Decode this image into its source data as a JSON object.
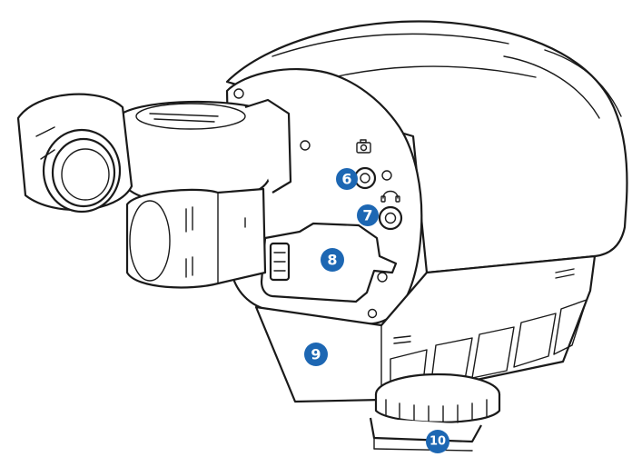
{
  "colors": {
    "callout": "#1d67b3",
    "callout_text": "#ffffff",
    "line": "#1a1a1a",
    "background": "#ffffff"
  },
  "callouts": [
    {
      "id": "6",
      "label": "6",
      "target": "camera-output-jack"
    },
    {
      "id": "7",
      "label": "7",
      "target": "headphone-jack"
    },
    {
      "id": "8",
      "label": "8",
      "target": "battery-cover"
    },
    {
      "id": "9",
      "label": "9",
      "target": "mount-body"
    },
    {
      "id": "10",
      "label": "10",
      "target": "shoe-mount"
    }
  ],
  "icons": {
    "camera": "camera-icon",
    "headphone": "headphone-icon"
  }
}
